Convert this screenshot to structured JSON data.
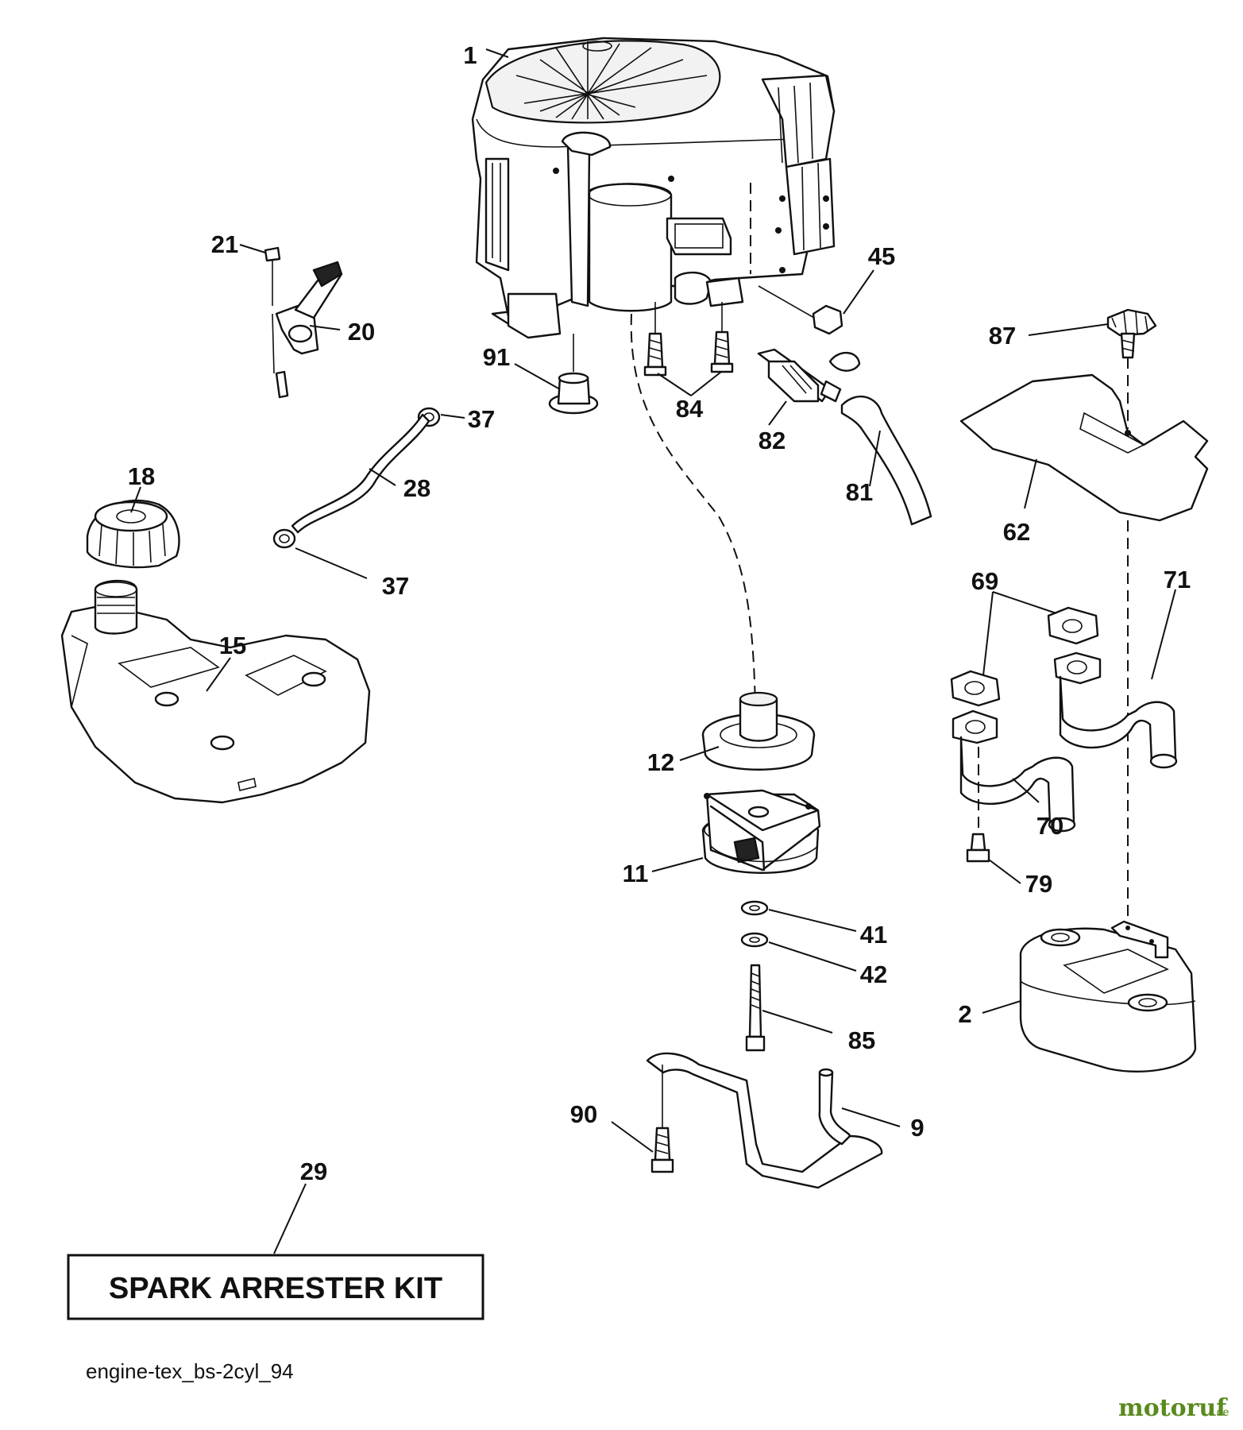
{
  "callouts": {
    "c1": "1",
    "c21": "21",
    "c20": "20",
    "c45": "45",
    "c91": "91",
    "c84": "84",
    "c82": "82",
    "c87": "87",
    "c37a": "37",
    "c28": "28",
    "c81": "81",
    "c62": "62",
    "c18": "18",
    "c37b": "37",
    "c69": "69",
    "c71": "71",
    "c15": "15",
    "c12": "12",
    "c70": "70",
    "c11": "11",
    "c79": "79",
    "c41": "41",
    "c42": "42",
    "c2": "2",
    "c85": "85",
    "c90": "90",
    "c9": "9",
    "c29": "29"
  },
  "kit_label": "SPARK ARRESTER KIT",
  "caption": "engine-tex_bs-2cyl_94",
  "brand": {
    "name": "motoruf",
    "suffix": ".de",
    "color": "#5a8a1e"
  }
}
